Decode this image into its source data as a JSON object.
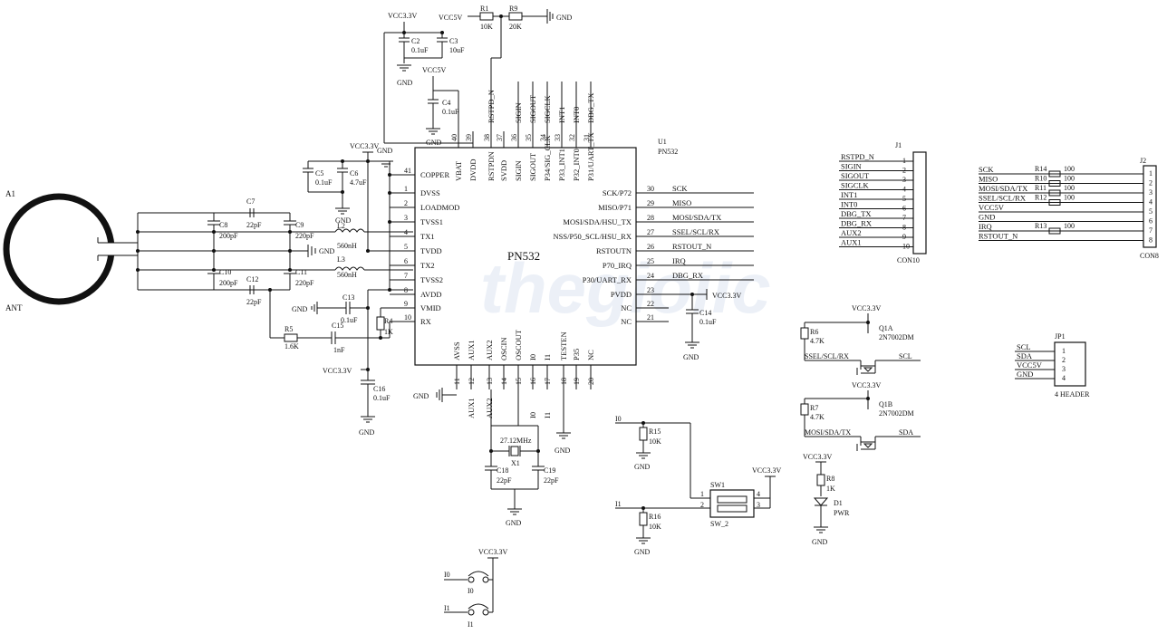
{
  "watermark": "thegioiic",
  "chip": {
    "ref": "U1",
    "value": "PN532",
    "title": "PN532",
    "left_pins": [
      {
        "num": "41",
        "name": "COPPER"
      },
      {
        "num": "1",
        "name": "DVSS"
      },
      {
        "num": "2",
        "name": "LOADMOD"
      },
      {
        "num": "3",
        "name": "TVSS1"
      },
      {
        "num": "4",
        "name": "TX1"
      },
      {
        "num": "5",
        "name": "TVDD"
      },
      {
        "num": "6",
        "name": "TX2"
      },
      {
        "num": "7",
        "name": "TVSS2"
      },
      {
        "num": "8",
        "name": "AVDD"
      },
      {
        "num": "9",
        "name": "VMID"
      },
      {
        "num": "10",
        "name": "RX"
      }
    ],
    "right_pins": [
      {
        "num": "30",
        "name": "SCK/P72",
        "net": "SCK"
      },
      {
        "num": "29",
        "name": "MISO/P71",
        "net": "MISO"
      },
      {
        "num": "28",
        "name": "MOSI/SDA/HSU_TX",
        "net": "MOSI/SDA/TX"
      },
      {
        "num": "27",
        "name": "NSS/P50_SCL/HSU_RX",
        "net": "SSEL/SCL/RX"
      },
      {
        "num": "26",
        "name": "RSTOUTN",
        "net": "RSTOUT_N"
      },
      {
        "num": "25",
        "name": "P70_IRQ",
        "net": "IRQ"
      },
      {
        "num": "24",
        "name": "P30/UART_RX",
        "net": "DBG_RX"
      },
      {
        "num": "23",
        "name": "PVDD",
        "net": "VCC3.3V"
      },
      {
        "num": "22",
        "name": "NC",
        "net": ""
      },
      {
        "num": "21",
        "name": "NC",
        "net": ""
      }
    ],
    "top_pins": [
      {
        "num": "40",
        "name": "VBAT",
        "net": ""
      },
      {
        "num": "39",
        "name": "DVDD",
        "net": ""
      },
      {
        "num": "38",
        "name": "RSTPDN",
        "net": "RSTPD_N"
      },
      {
        "num": "37",
        "name": "SVDD",
        "net": ""
      },
      {
        "num": "36",
        "name": "SIGIN",
        "net": "SIGIN"
      },
      {
        "num": "35",
        "name": "SIGOUT",
        "net": "SIGOUT"
      },
      {
        "num": "34",
        "name": "P34/SIG_CLK",
        "net": "SIGCLK"
      },
      {
        "num": "33",
        "name": "P33_INT1",
        "net": "INT1"
      },
      {
        "num": "32",
        "name": "P32_INT0",
        "net": "INT0"
      },
      {
        "num": "31",
        "name": "P31/UART_TX",
        "net": "DBG_TX"
      }
    ],
    "bottom_pins": [
      {
        "num": "11",
        "name": "AVSS",
        "net": ""
      },
      {
        "num": "12",
        "name": "AUX1",
        "net": "AUX1"
      },
      {
        "num": "13",
        "name": "AUX2",
        "net": "AUX2"
      },
      {
        "num": "14",
        "name": "OSCIN",
        "net": ""
      },
      {
        "num": "15",
        "name": "OSCOUT",
        "net": ""
      },
      {
        "num": "16",
        "name": "I0",
        "net": "I0"
      },
      {
        "num": "17",
        "name": "I1",
        "net": "I1"
      },
      {
        "num": "18",
        "name": "TESTEN",
        "net": ""
      },
      {
        "num": "19",
        "name": "P35",
        "net": ""
      },
      {
        "num": "20",
        "name": "NC",
        "net": ""
      }
    ]
  },
  "antenna": {
    "ref": "A1",
    "label": "ANT"
  },
  "components": {
    "c2": {
      "ref": "C2",
      "value": "0.1uF"
    },
    "c3": {
      "ref": "C3",
      "value": "10uF"
    },
    "c4": {
      "ref": "C4",
      "value": "0.1uF"
    },
    "c5": {
      "ref": "C5",
      "value": "0.1uF"
    },
    "c6": {
      "ref": "C6",
      "value": "4.7uF"
    },
    "c7": {
      "ref": "C7",
      "value": "22pF"
    },
    "c8": {
      "ref": "C8",
      "value": "200pF"
    },
    "c9": {
      "ref": "C9",
      "value": "220pF"
    },
    "c10": {
      "ref": "C10",
      "value": "200pF"
    },
    "c11": {
      "ref": "C11",
      "value": "220pF"
    },
    "c12": {
      "ref": "C12",
      "value": "22pF"
    },
    "c13": {
      "ref": "C13",
      "value": "0.1uF"
    },
    "c14": {
      "ref": "C14",
      "value": "0.1uF"
    },
    "c15": {
      "ref": "C15",
      "value": "1nF"
    },
    "c16": {
      "ref": "C16",
      "value": "0.1uF"
    },
    "c18": {
      "ref": "C18",
      "value": "22pF"
    },
    "c19": {
      "ref": "C19",
      "value": "22pF"
    },
    "l2": {
      "ref": "L2",
      "value": "560nH"
    },
    "l3": {
      "ref": "L3",
      "value": "560nH"
    },
    "r1": {
      "ref": "R1",
      "value": "10K"
    },
    "r4": {
      "ref": "R4",
      "value": "1K"
    },
    "r5": {
      "ref": "R5",
      "value": "1.6K"
    },
    "r6": {
      "ref": "R6",
      "value": "4.7K"
    },
    "r7": {
      "ref": "R7",
      "value": "4.7K"
    },
    "r8": {
      "ref": "R8",
      "value": "1K"
    },
    "r9": {
      "ref": "R9",
      "value": "20K"
    },
    "r15": {
      "ref": "R15",
      "value": "10K"
    },
    "r16": {
      "ref": "R16",
      "value": "10K"
    },
    "x1": {
      "ref": "X1",
      "value": "27.12MHz"
    },
    "q1a": {
      "ref": "Q1A",
      "value": "2N7002DM"
    },
    "q1b": {
      "ref": "Q1B",
      "value": "2N7002DM"
    },
    "d1": {
      "ref": "D1",
      "value": "PWR"
    },
    "sw1": {
      "ref": "SW1",
      "value": "SW_2"
    }
  },
  "power": {
    "vcc33": "VCC3.3V",
    "vcc5": "VCC5V",
    "gnd": "GND"
  },
  "nets": {
    "i0": "I0",
    "i1": "I1",
    "scl": "SCL",
    "sda": "SDA",
    "ssel": "SSEL/SCL/RX",
    "mosi": "MOSI/SDA/TX"
  },
  "j1": {
    "ref": "J1",
    "value": "CON10",
    "pins": [
      {
        "num": "1",
        "net": "RSTPD_N"
      },
      {
        "num": "2",
        "net": "SIGIN"
      },
      {
        "num": "3",
        "net": "SIGOUT"
      },
      {
        "num": "4",
        "net": "SIGCLK"
      },
      {
        "num": "5",
        "net": "INT1"
      },
      {
        "num": "6",
        "net": "INT0"
      },
      {
        "num": "7",
        "net": "DBG_TX"
      },
      {
        "num": "8",
        "net": "DBG_RX"
      },
      {
        "num": "9",
        "net": "AUX2"
      },
      {
        "num": "10",
        "net": "AUX1"
      }
    ]
  },
  "j2": {
    "ref": "J2",
    "value": "CON8",
    "pins": [
      {
        "num": "1",
        "net": "SCK",
        "res": "R14",
        "val": "100"
      },
      {
        "num": "2",
        "net": "MISO",
        "res": "R10",
        "val": "100"
      },
      {
        "num": "3",
        "net": "MOSI/SDA/TX",
        "res": "R11",
        "val": "100"
      },
      {
        "num": "4",
        "net": "SSEL/SCL/RX",
        "res": "R12",
        "val": "100"
      },
      {
        "num": "5",
        "net": "VCC5V",
        "res": "",
        "val": ""
      },
      {
        "num": "6",
        "net": "GND",
        "res": "",
        "val": ""
      },
      {
        "num": "7",
        "net": "IRQ",
        "res": "R13",
        "val": "100"
      },
      {
        "num": "8",
        "net": "RSTOUT_N",
        "res": "",
        "val": ""
      }
    ]
  },
  "jp1": {
    "ref": "JP1",
    "value": "4 HEADER",
    "pins": [
      {
        "num": "1",
        "net": "SCL"
      },
      {
        "num": "2",
        "net": "SDA"
      },
      {
        "num": "3",
        "net": "VCC5V"
      },
      {
        "num": "4",
        "net": "GND"
      }
    ]
  }
}
